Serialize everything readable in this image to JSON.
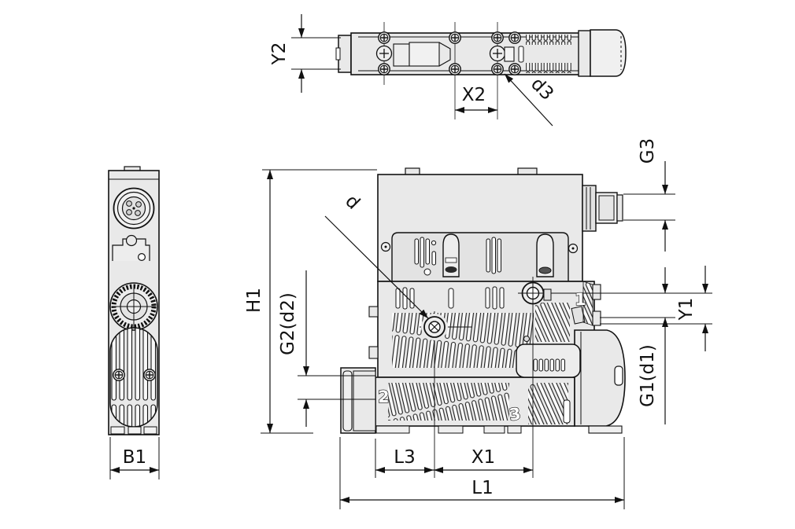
{
  "drawing": {
    "background": "#ffffff",
    "line_color": "#111111",
    "body_fill": "#e9e9e9",
    "labels": {
      "y2": "Y2",
      "x2": "X2",
      "d3": "d3",
      "g3": "G3",
      "h1": "H1",
      "g2d2": "G2(d2)",
      "d": "d",
      "y1": "Y1",
      "g1d1": "G1(d1)",
      "b1": "B1",
      "l3": "L3",
      "x1": "X1",
      "l1": "L1"
    },
    "ports": {
      "port1": "1",
      "port2": "2",
      "port3": "3"
    }
  }
}
